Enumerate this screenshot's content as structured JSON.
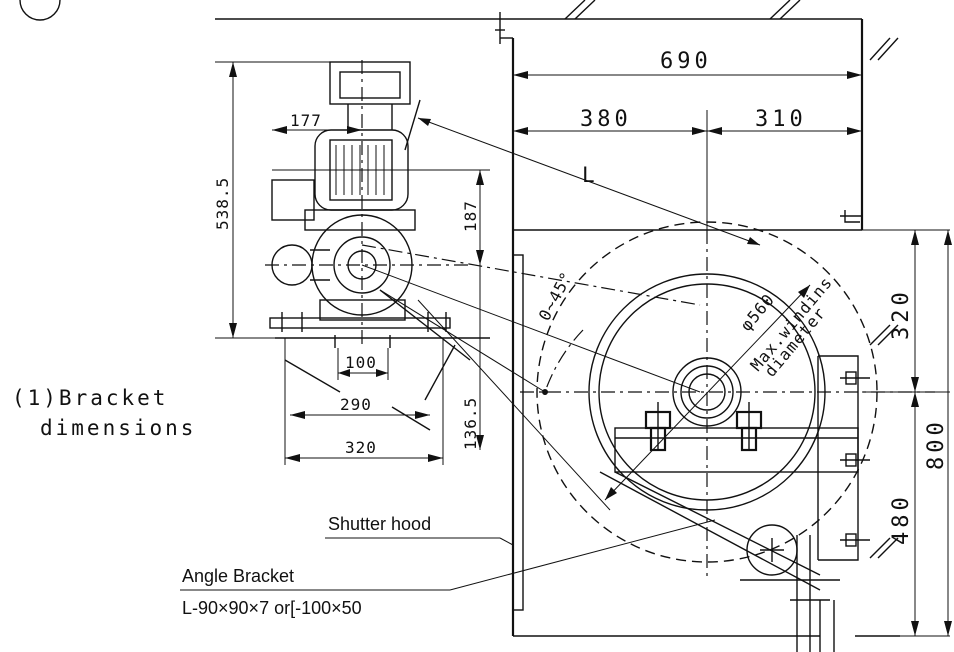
{
  "dimensions": {
    "width_690": "690",
    "left_380": "380",
    "right_310": "310",
    "height_800": "800",
    "upper_320": "320",
    "lower_480": "480",
    "motor_177": "177",
    "motor_height": "538.5",
    "motor_187": "187",
    "bracket_100": "100",
    "bracket_290": "290",
    "bracket_320": "320",
    "bracket_136": "136.5"
  },
  "labels": {
    "length": "L",
    "angle": "0~45°",
    "reel_diameter": "φ560",
    "max_winding_line1": "Max.windins",
    "max_winding_line2": "diameter",
    "bracket_title_line1": "(1)Bracket",
    "bracket_title_line2": "dimensions",
    "shutter_hood": "Shutter hood",
    "angle_bracket_line1": "Angle Bracket",
    "angle_bracket_line2": "L-90×90×7 or[-100×50"
  }
}
